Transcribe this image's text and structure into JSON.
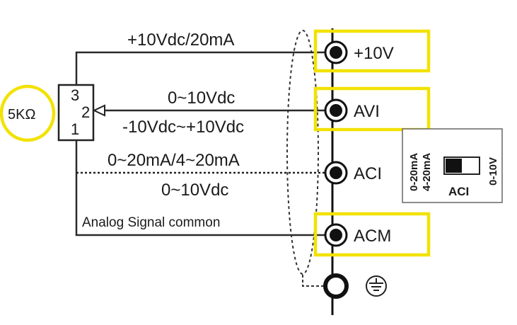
{
  "diagram": {
    "wire_labels": {
      "ten_v_supply": "+10Vdc/20mA",
      "avi_range_1": "0~10Vdc",
      "avi_range_2": "-10Vdc~+10Vdc",
      "aci_range_1": "0~20mA/4~20mA",
      "aci_range_2": "0~10Vdc",
      "common": "Analog  Signal common"
    },
    "terminals": {
      "ten_v": "+10V",
      "avi": "AVI",
      "aci": "ACI",
      "acm": "ACM"
    },
    "potentiometer": {
      "value": "5KΩ",
      "pin3": "3",
      "pin2": "2",
      "pin1": "1"
    },
    "switch": {
      "label_left_1": "0-20mA",
      "label_left_2": "4-20mA",
      "label_right": "0-10V",
      "caption": "ACI"
    },
    "ground_symbol": "earth-ground-icon",
    "colors": {
      "highlight": "#f2e200",
      "wire": "#2a2a2a"
    }
  }
}
